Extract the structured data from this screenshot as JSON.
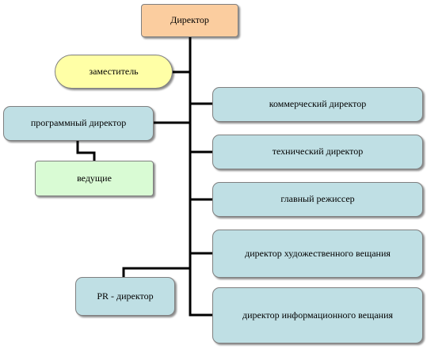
{
  "colors": {
    "director": "#fbcd9f",
    "deputy": "#ffffa6",
    "department": "#bfdfe4",
    "leaf": "#d9fbd4",
    "connector": "#000000"
  },
  "nodes": {
    "director": "Директор",
    "deputy": "заместитель",
    "program_director": "программный директор",
    "hosts": "ведущие",
    "commercial_director": "коммерческий директор",
    "technical_director": "технический директор",
    "chief_director": "главный режиссер",
    "art_broadcast_director": "директор художественного вещания",
    "pr_director": "PR - директор",
    "info_broadcast_director": "директор информационного вещания"
  }
}
